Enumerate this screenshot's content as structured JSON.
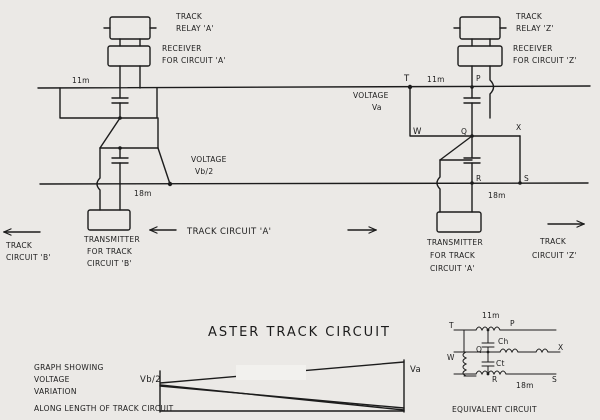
{
  "sheet": {
    "paper_color": "#e9e7e4",
    "ink_color": "#1c1c1c"
  },
  "labels": {
    "relay_a": [
      "TRACK",
      "RELAY 'A'"
    ],
    "receiver_a": [
      "RECEIVER",
      "FOR CIRCUIT 'A'"
    ],
    "relay_z": [
      "TRACK",
      "RELAY 'Z'"
    ],
    "receiver_z": [
      "RECEIVER",
      "FOR CIRCUIT 'Z'"
    ],
    "rail_top_left": "11m",
    "rail_bottom_left": "18m",
    "rail_top_right": "11m",
    "rail_bottom_right": "18m",
    "voltage_b": [
      "VOLTAGE",
      "Vb/2"
    ],
    "voltage_a": [
      "VOLTAGE",
      "Va"
    ],
    "node_t": "T",
    "node_p": "P",
    "node_w": "W",
    "node_q": "Q",
    "node_x": "X",
    "node_r": "R",
    "node_s": "S",
    "transmitter_b": [
      "TRANSMITTER",
      "FOR TRACK",
      "CIRCUIT 'B'"
    ],
    "transmitter_a": [
      "TRANSMITTER",
      "FOR TRACK",
      "CIRCUIT 'A'"
    ],
    "track_circuit_a": "TRACK CIRCUIT 'A'",
    "track_circuit_b": [
      "TRACK",
      "CIRCUIT 'B'"
    ],
    "track_circuit_z": [
      "TRACK",
      "CIRCUIT 'Z'"
    ],
    "title": "ASTER TRACK CIRCUIT",
    "graph_caption": [
      "GRAPH SHOWING",
      "VOLTAGE",
      "VARIATION",
      "ALONG LENGTH OF TRACK CIRCUIT"
    ],
    "graph_vb": "Vb/2",
    "graph_va": "Va",
    "eq_top_rail": "11m",
    "eq_bottom_rail": "18m",
    "eq_t": "T",
    "eq_p": "P",
    "eq_w": "W",
    "eq_q": "Q",
    "eq_x": "X",
    "eq_r": "R",
    "eq_s": "S",
    "eq_ch": "Ch",
    "eq_ct": "Ct",
    "equivalent_circuit": "EQUIVALENT CIRCUIT"
  }
}
